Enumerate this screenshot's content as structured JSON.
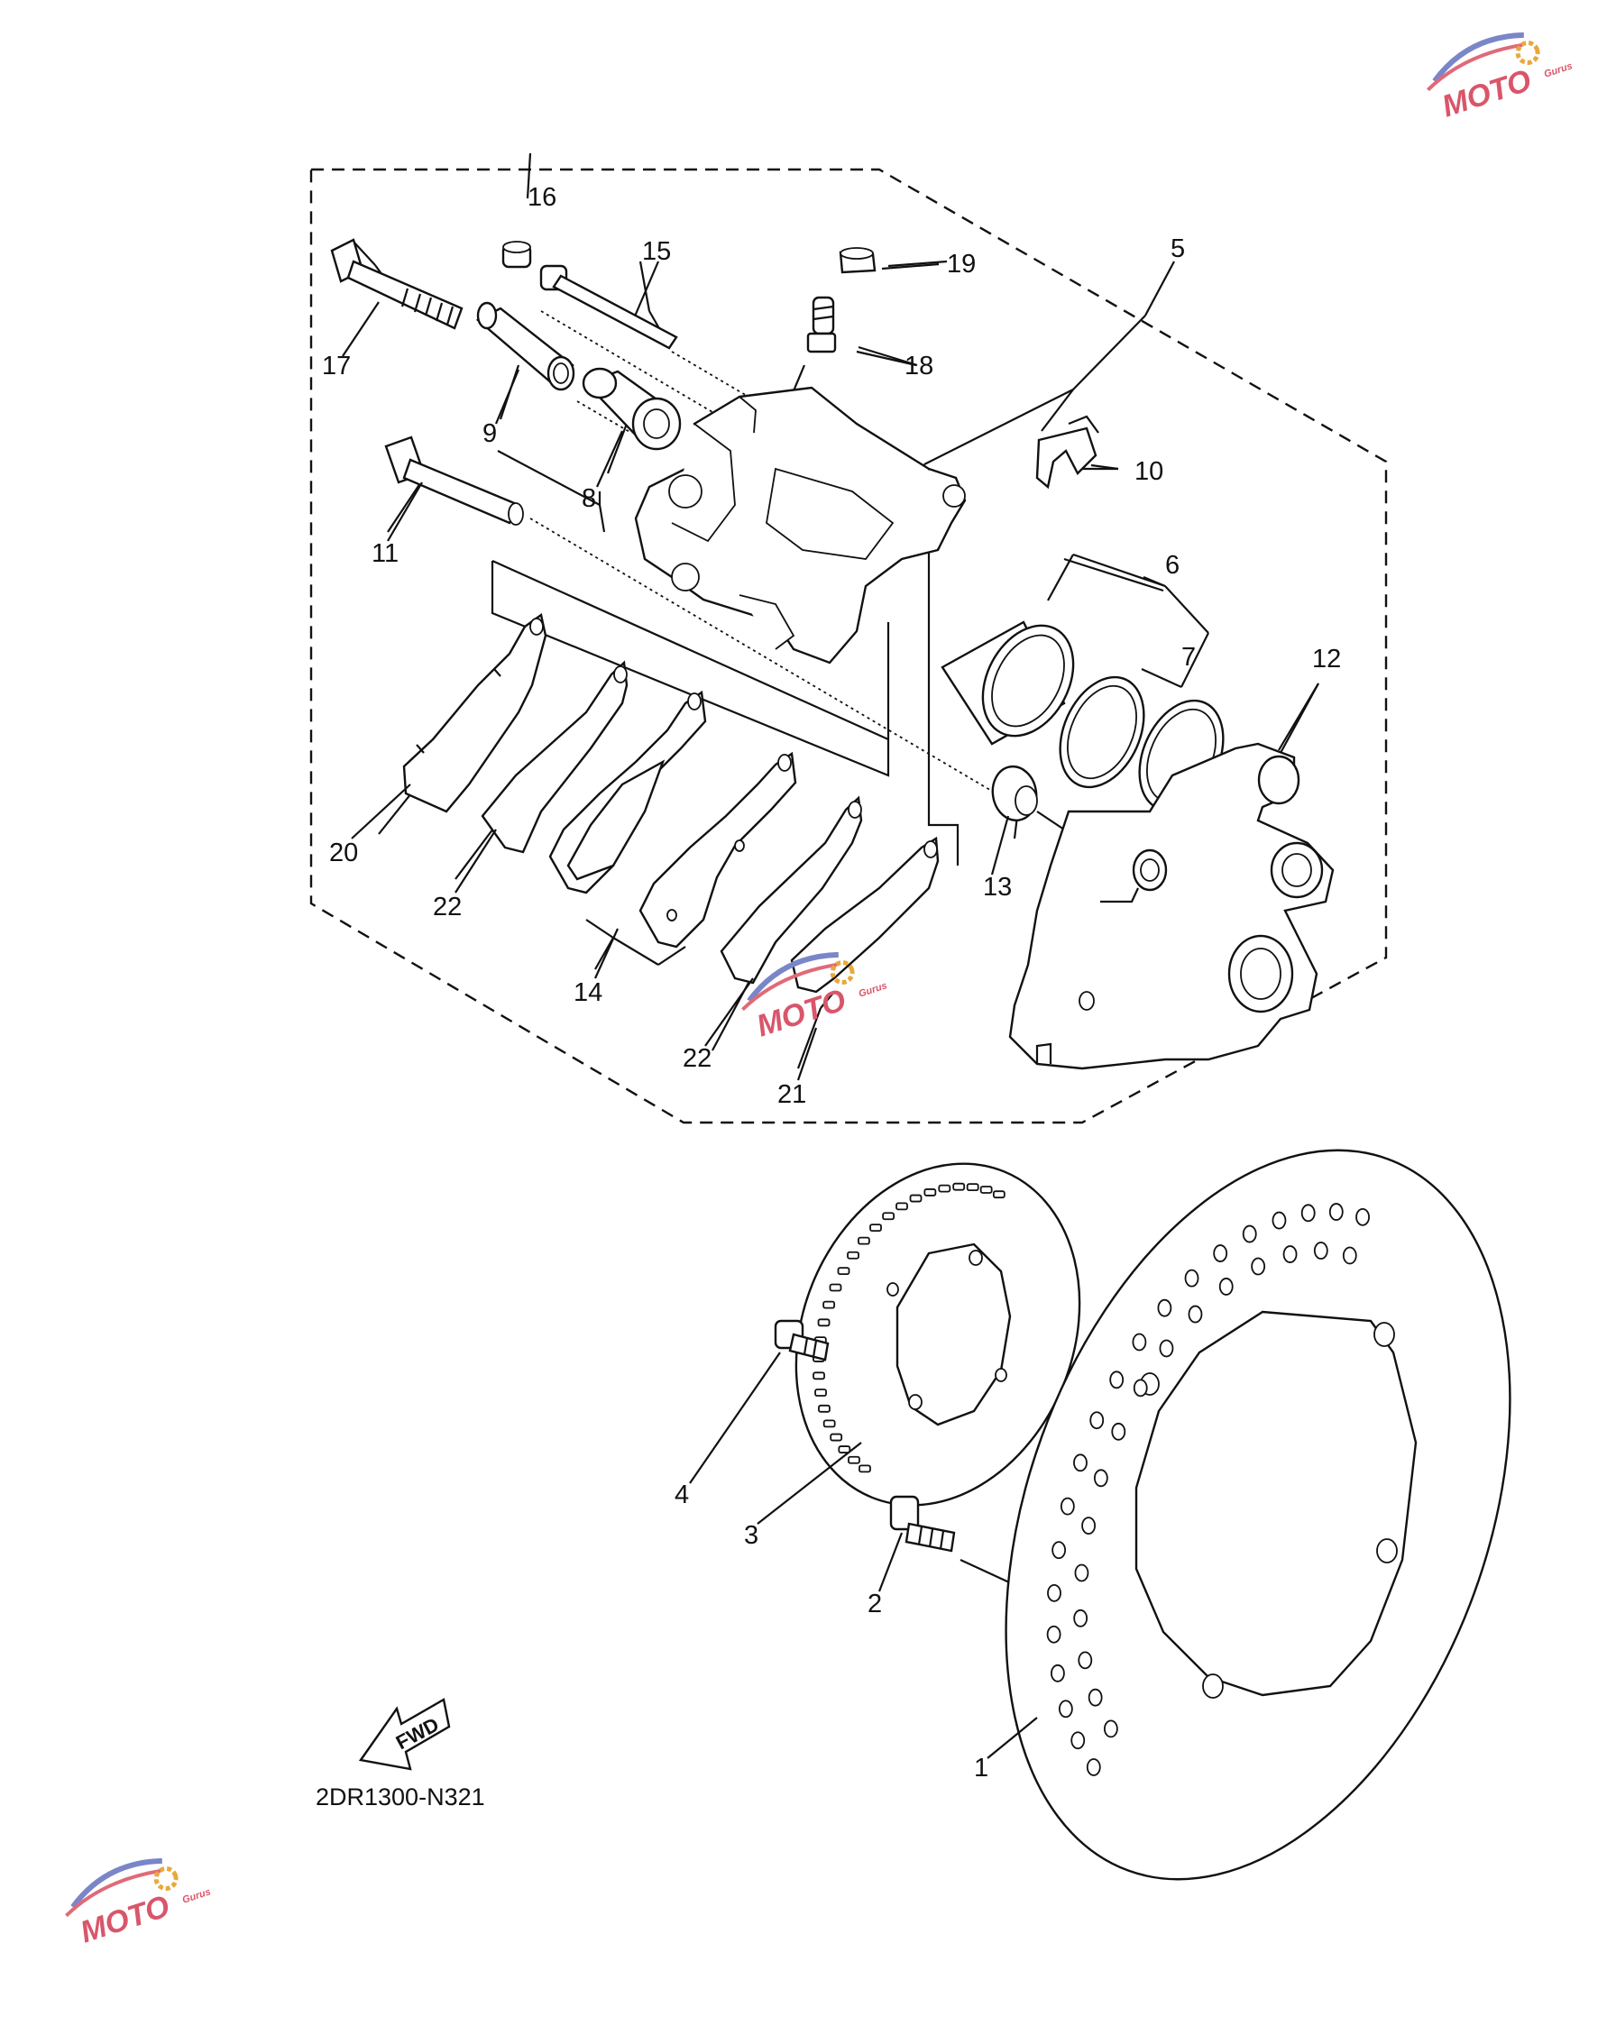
{
  "diagram": {
    "code": "2DR1300-N321",
    "fwd_label": "FWD",
    "callouts": {
      "c1": "1",
      "c2": "2",
      "c3": "3",
      "c4": "4",
      "c5": "5",
      "c6": "6",
      "c7": "7",
      "c8": "8",
      "c9": "9",
      "c10": "10",
      "c11": "11",
      "c12": "12",
      "c13": "13",
      "c14": "14",
      "c15": "15",
      "c16": "16",
      "c17": "17",
      "c18": "18",
      "c19": "19",
      "c20": "20",
      "c21": "21",
      "c22a": "22",
      "c22b": "22"
    }
  },
  "watermark": {
    "brand": "MOTO",
    "sub": "Gurus",
    "colors": {
      "car": "#7a86c8",
      "swoosh": "#e06a78",
      "gear": "#e8a93a",
      "text": "#d9566a"
    }
  }
}
